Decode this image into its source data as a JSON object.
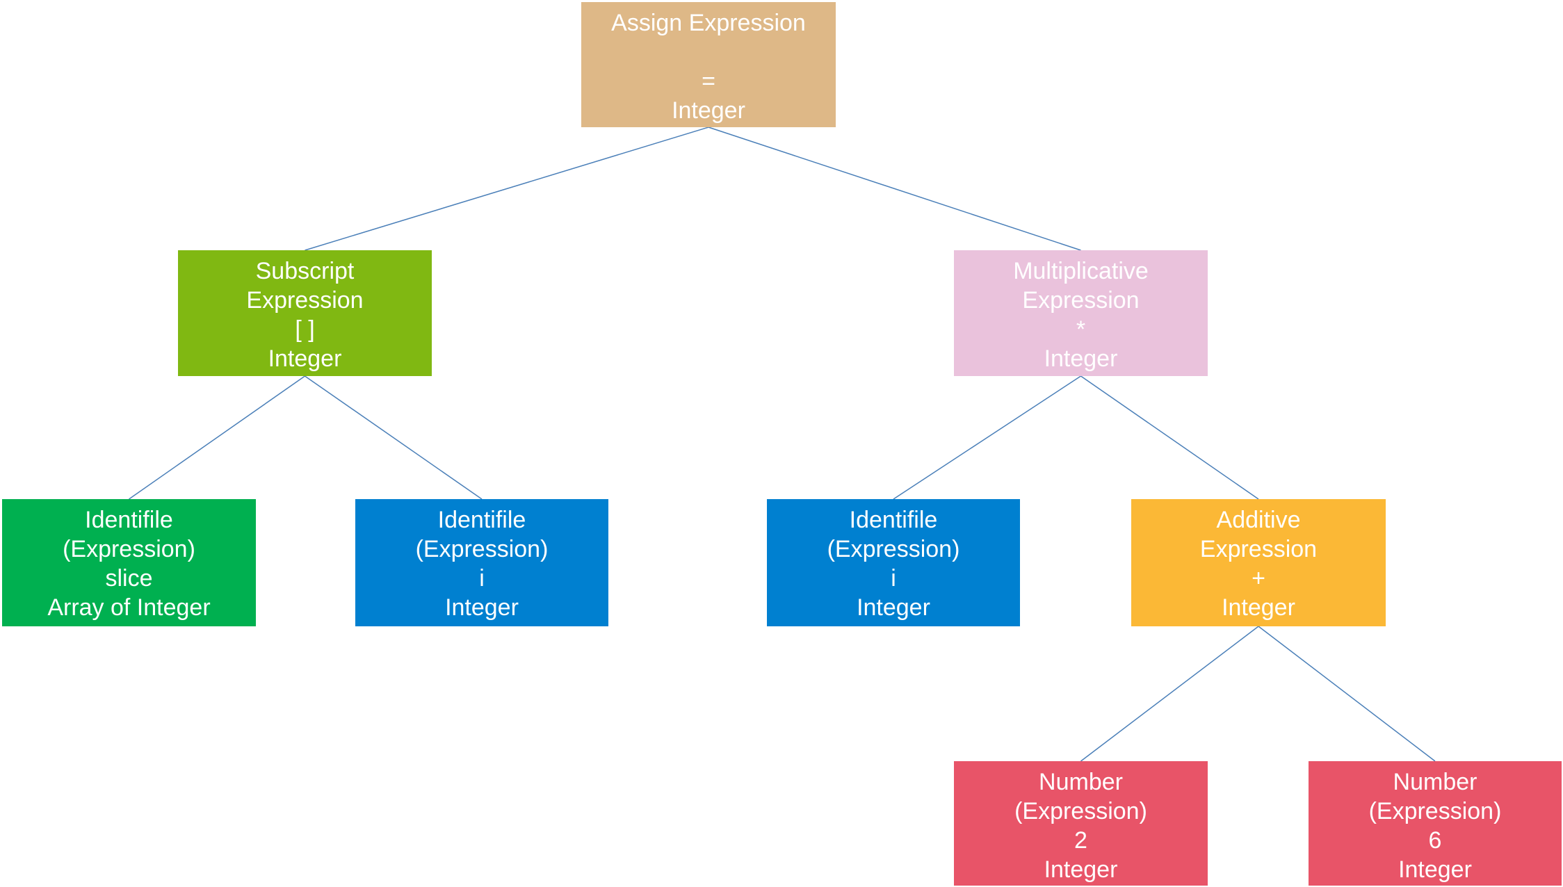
{
  "nodes": {
    "assign": {
      "lines": [
        "Assign Expression",
        "",
        "=",
        "Integer"
      ],
      "color": "#deb887"
    },
    "subscript": {
      "lines": [
        "Subscript",
        "Expression",
        "[ ]",
        "Integer"
      ],
      "color": "#80b812"
    },
    "multiplicative": {
      "lines": [
        "Multiplicative",
        "Expression",
        "*",
        "Integer"
      ],
      "color": "#eac2dc"
    },
    "ident_slice": {
      "lines": [
        "Identifile",
        "(Expression)",
        "slice",
        "Array of Integer"
      ],
      "color": "#00b050"
    },
    "ident_i_left": {
      "lines": [
        "Identifile",
        "(Expression)",
        "i",
        "Integer"
      ],
      "color": "#0080d0"
    },
    "ident_i_right": {
      "lines": [
        "Identifile",
        "(Expression)",
        "i",
        "Integer"
      ],
      "color": "#0080d0"
    },
    "additive": {
      "lines": [
        "Additive",
        "Expression",
        "+",
        "Integer"
      ],
      "color": "#fbb836"
    },
    "number_2": {
      "lines": [
        "Number",
        "(Expression)",
        "2",
        "Integer"
      ],
      "color": "#e85468"
    },
    "number_6": {
      "lines": [
        "Number",
        "(Expression)",
        "6",
        "Integer"
      ],
      "color": "#e85468"
    }
  },
  "edges": [
    [
      "assign",
      "subscript"
    ],
    [
      "assign",
      "multiplicative"
    ],
    [
      "subscript",
      "ident_slice"
    ],
    [
      "subscript",
      "ident_i_left"
    ],
    [
      "multiplicative",
      "ident_i_right"
    ],
    [
      "multiplicative",
      "additive"
    ],
    [
      "additive",
      "number_2"
    ],
    [
      "additive",
      "number_6"
    ]
  ],
  "edge_color": "#4a7fb8"
}
